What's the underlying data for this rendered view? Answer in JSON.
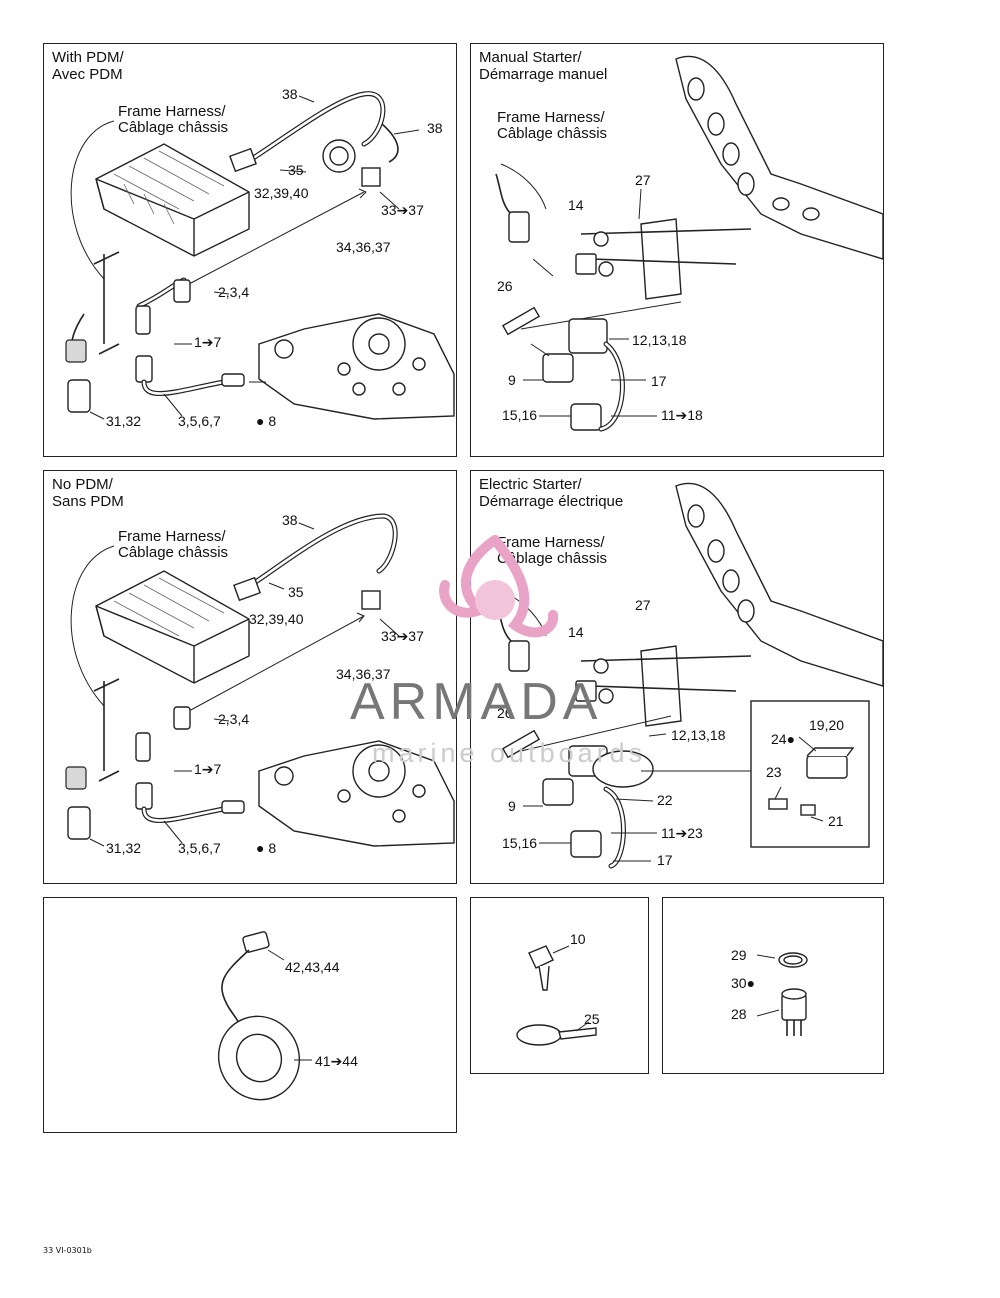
{
  "panels": {
    "with_pdm": {
      "title": "With PDM/\nAvec PDM",
      "frame_harness": "Frame Harness/\nCâblage châssis",
      "labels": [
        "38",
        "38",
        "35",
        "32,39,40",
        "33➔37",
        "34,36,37",
        "2,3,4",
        "1➔7",
        "31,32",
        "3,5,6,7",
        "8"
      ]
    },
    "manual_starter": {
      "title": "Manual Starter/\nDémarrage manuel",
      "frame_harness": "Frame Harness/\nCâblage châssis",
      "labels": [
        "27",
        "14",
        "26",
        "12,13,18",
        "9",
        "17",
        "15,16",
        "11➔18"
      ]
    },
    "no_pdm": {
      "title": "No PDM/\nSans PDM",
      "frame_harness": "Frame Harness/\nCâblage châssis",
      "labels": [
        "38",
        "35",
        "32,39,40",
        "33➔37",
        "34,36,37",
        "2,3,4",
        "1➔7",
        "31,32",
        "3,5,6,7",
        "8"
      ]
    },
    "electric_starter": {
      "title": "Electric Starter/\nDémarrage électrique",
      "frame_harness": "Frame Harness/\nCâblage châssis",
      "labels": [
        "27",
        "14",
        "26",
        "12,13,18",
        "24",
        "19,20",
        "23",
        "21",
        "9",
        "22",
        "11➔23",
        "15,16",
        "17"
      ]
    },
    "sensor": {
      "labels": [
        "42,43,44",
        "41➔44"
      ]
    },
    "fasteners": {
      "labels": [
        "10",
        "25"
      ]
    },
    "connector": {
      "labels": [
        "29",
        "30",
        "28"
      ]
    }
  },
  "watermark": {
    "brand": "ARMADA",
    "tagline": "marine outboards",
    "accent": "#e9a3c6"
  },
  "footer_code": "33 VI-0301b"
}
